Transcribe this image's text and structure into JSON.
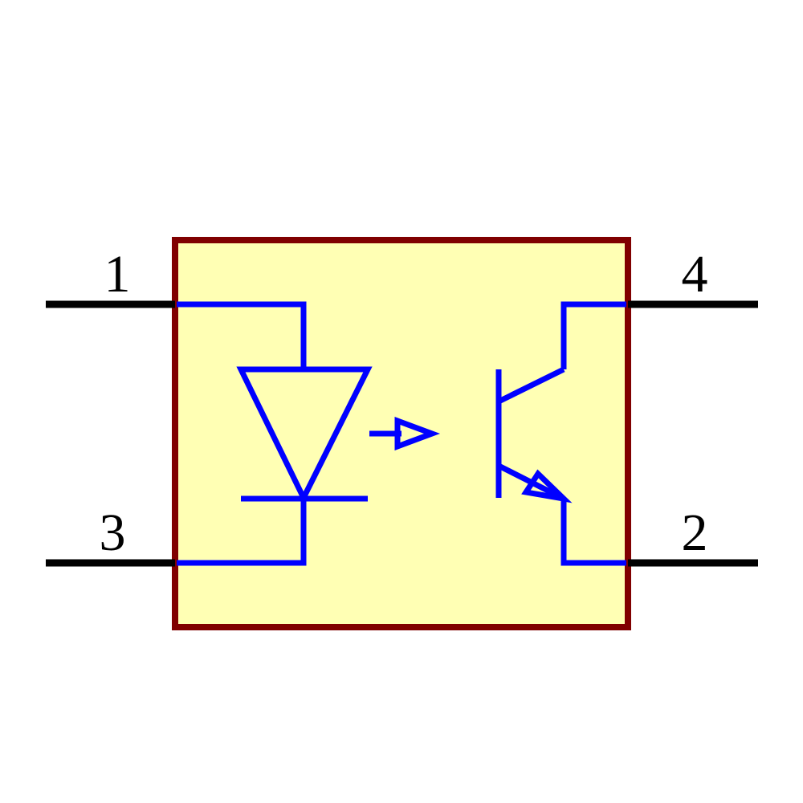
{
  "diagram": {
    "type": "optocoupler-schematic-symbol",
    "colors": {
      "background": "#ffffff",
      "body_fill": "#ffffb4",
      "body_border": "#800000",
      "internal_wire": "#0000ff",
      "pin_lead": "#000000",
      "label": "#000000"
    },
    "pins": [
      {
        "number": "1",
        "side": "left",
        "role": "led-anode"
      },
      {
        "number": "3",
        "side": "left",
        "role": "led-cathode"
      },
      {
        "number": "4",
        "side": "right",
        "role": "transistor-collector"
      },
      {
        "number": "2",
        "side": "right",
        "role": "transistor-emitter"
      }
    ],
    "components": [
      {
        "name": "LED",
        "symbol": "diode-triangle-down-with-bar"
      },
      {
        "name": "optical-coupling",
        "symbol": "arrow-right"
      },
      {
        "name": "phototransistor",
        "symbol": "npn-bjt-no-base-lead"
      }
    ]
  }
}
